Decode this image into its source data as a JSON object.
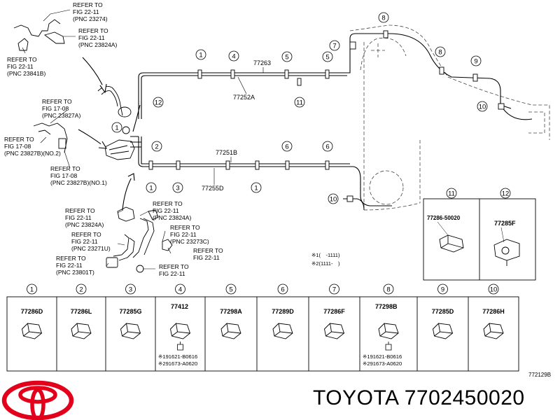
{
  "upper_refs": [
    {
      "lines": [
        "REFER TO",
        "FIG 22-11",
        "(PNC 23274)"
      ]
    },
    {
      "lines": [
        "REFER TO",
        "FIG 22-11",
        "(PNC 23824A)"
      ]
    },
    {
      "lines": [
        "REFER TO",
        "FIG 22-11",
        "(PNC 23841B)"
      ]
    },
    {
      "lines": [
        "REFER TO",
        "FIG 17-08",
        "(PNC 23827A)"
      ]
    },
    {
      "lines": [
        "REFER TO",
        "FIG 17-08",
        "(PNC 23827B)(NO.2)"
      ]
    },
    {
      "lines": [
        "REFER TO",
        "FIG 17-08",
        "(PNC 23827B)(NO.1)"
      ]
    }
  ],
  "lower_refs": [
    {
      "lines": [
        "REFER TO",
        "FIG 22-11",
        "(PNC 23824A)"
      ]
    },
    {
      "lines": [
        "REFER TO",
        "FIG 22-11",
        "(PNC 23824A)"
      ]
    },
    {
      "lines": [
        "REFER TO",
        "FIG 22-11",
        "(PNC 23273C)"
      ]
    },
    {
      "lines": [
        "REFER TO",
        "FIG 22-11",
        "(PNC 23271U)"
      ]
    },
    {
      "lines": [
        "REFER TO",
        "FIG 22-11"
      ]
    },
    {
      "lines": [
        "REFER TO",
        "FIG 22-11",
        "(PNC 23801T)"
      ]
    },
    {
      "lines": [
        "REFER TO",
        "FIG 22-11"
      ]
    }
  ],
  "line_part_numbers": [
    "77263",
    "77252A",
    "77251B",
    "77255D"
  ],
  "callout_numbers": [
    "1",
    "2",
    "3",
    "4",
    "5",
    "6",
    "7",
    "8",
    "9",
    "10",
    "11",
    "12"
  ],
  "date_notes": [
    "※1(　-1111)",
    "※2(1111-　)"
  ],
  "inset_parts": [
    {
      "num": "11",
      "part": "77286-50020"
    },
    {
      "num": "12",
      "part": "77285F"
    }
  ],
  "parts_table": [
    {
      "num": "1",
      "part": "77286D",
      "notes": []
    },
    {
      "num": "2",
      "part": "77286L",
      "notes": []
    },
    {
      "num": "3",
      "part": "77285G",
      "notes": []
    },
    {
      "num": "4",
      "part": "77412",
      "notes": [
        "※191621-B0616",
        "※291673-A0620"
      ]
    },
    {
      "num": "5",
      "part": "77298A",
      "notes": []
    },
    {
      "num": "6",
      "part": "77289D",
      "notes": []
    },
    {
      "num": "7",
      "part": "77286F",
      "notes": []
    },
    {
      "num": "8",
      "part": "77298B",
      "notes": [
        "※191621-B0616",
        "※291673-A0620"
      ]
    },
    {
      "num": "9",
      "part": "77285D",
      "notes": []
    },
    {
      "num": "10",
      "part": "77286H",
      "notes": []
    }
  ],
  "diagram_id": "772129B",
  "brand_caption": "TOYOTA 7702450020",
  "logo": {
    "name": "toyota-logo-icon",
    "color": "#e3001b"
  }
}
